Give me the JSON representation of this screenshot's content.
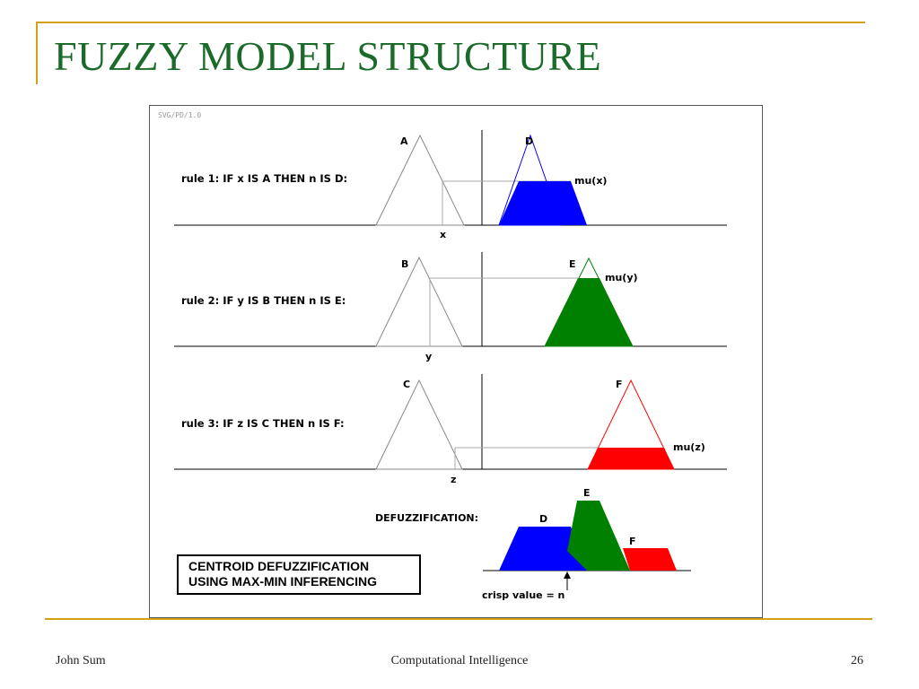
{
  "slide": {
    "title": "FUZZY MODEL STRUCTURE",
    "footer_left": "John Sum",
    "footer_center": "Computational Intelligence",
    "footer_right": "26",
    "accent_color": "#d4a017",
    "title_color": "#1a6b2a"
  },
  "diagram": {
    "corner_tag": "SVG/PD/1.0",
    "rules": [
      {
        "text": "rule 1:  IF x IS A THEN n IS D:",
        "input_set": "A",
        "input_var": "x",
        "output_set": "D",
        "membership": "mu(x)",
        "color": "#0000ff"
      },
      {
        "text": "rule 2:  IF y IS B THEN n IS E:",
        "input_set": "B",
        "input_var": "y",
        "output_set": "E",
        "membership": "mu(y)",
        "color": "#008000"
      },
      {
        "text": "rule 3:  IF z IS C THEN n IS F:",
        "input_set": "C",
        "input_var": "z",
        "output_set": "F",
        "membership": "mu(z)",
        "color": "#ff0000"
      }
    ],
    "defuzz_label": "DEFUZZIFICATION:",
    "defuzz_sets": [
      "D",
      "E",
      "F"
    ],
    "crisp_label": "crisp value = n",
    "box_line1": "CENTROID DEFUZZIFICATION",
    "box_line2": "USING MAX-MIN INFERENCING"
  }
}
